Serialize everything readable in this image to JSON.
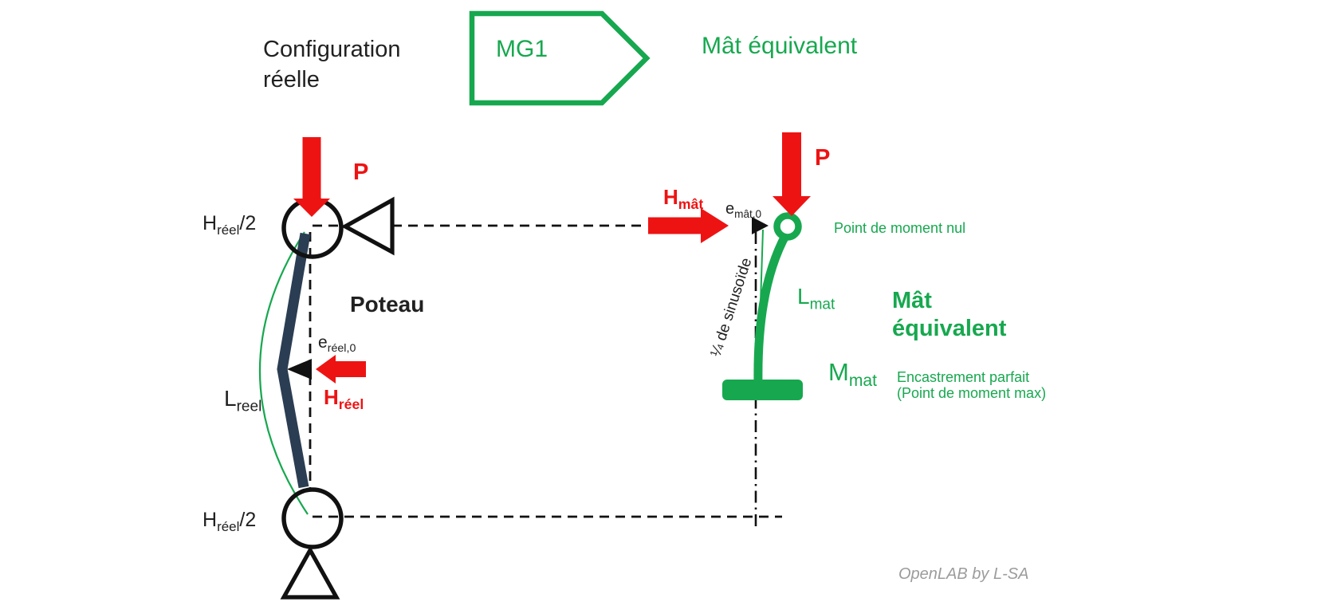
{
  "header": {
    "config_label_line1": "Configuration",
    "config_label_line2": "réelle",
    "badge_label": "MG1",
    "equivalent_title": "Mât équivalent"
  },
  "left_diagram": {
    "p_label": "P",
    "h_half_top": {
      "main": "H",
      "sub": "réel",
      "suffix": "/2"
    },
    "h_half_bottom": {
      "main": "H",
      "sub": "réel",
      "suffix": "/2"
    },
    "column_label": "Poteau",
    "e_label": {
      "main": "e",
      "sub": "réel,0"
    },
    "h_force": {
      "main": "H",
      "sub": "réel"
    },
    "l_label": {
      "main": "L",
      "sub": "reel"
    }
  },
  "right_diagram": {
    "p_label": "P",
    "h_force": {
      "main": "H",
      "sub": "mât"
    },
    "e_label": {
      "main": "e",
      "sub": "mât,0"
    },
    "sinusoid_note": "¼ de sinusoïde",
    "moment_nul_note": "Point de moment nul",
    "l_label": {
      "main": "L",
      "sub": "mat"
    },
    "m_label": {
      "main": "M",
      "sub": "mat"
    },
    "heading_line1": "Mât",
    "heading_line2": "équivalent",
    "support_note_line1": "Encastrement parfait",
    "support_note_line2": "(Point de moment max)"
  },
  "footer": {
    "watermark": "OpenLAB by L-SA"
  },
  "colors": {
    "green": "#17A84F",
    "red": "#EE1313",
    "navy": "#2B3D52",
    "ink": "#212121",
    "gray": "#9C9C9C"
  }
}
